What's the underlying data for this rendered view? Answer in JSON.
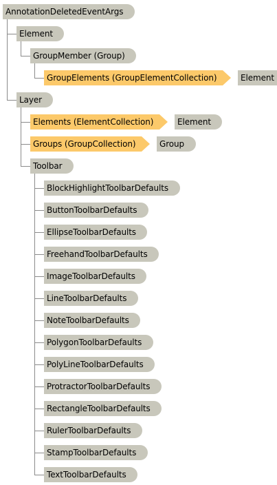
{
  "diagram": {
    "root": {
      "label": "AnnotationDeletedEventArgs",
      "children": [
        {
          "label": "Element",
          "children": [
            {
              "label": "GroupMember (Group)",
              "children": [
                {
                  "label": "GroupElements (GroupElementCollection)",
                  "kind": "property",
                  "target": "Element"
                }
              ]
            }
          ]
        },
        {
          "label": "Layer",
          "children": [
            {
              "label": "Elements (ElementCollection)",
              "kind": "property",
              "target": "Element"
            },
            {
              "label": "Groups (GroupCollection)",
              "kind": "property",
              "target": "Group"
            },
            {
              "label": "Toolbar",
              "children": [
                {
                  "label": "BlockHighlightToolbarDefaults"
                },
                {
                  "label": "ButtonToolbarDefaults"
                },
                {
                  "label": "EllipseToolbarDefaults"
                },
                {
                  "label": "FreehandToolbarDefaults"
                },
                {
                  "label": "ImageToolbarDefaults"
                },
                {
                  "label": "LineToolbarDefaults"
                },
                {
                  "label": "NoteToolbarDefaults"
                },
                {
                  "label": "PolygonToolbarDefaults"
                },
                {
                  "label": "PolyLineToolbarDefaults"
                },
                {
                  "label": "ProtractorToolbarDefaults"
                },
                {
                  "label": "RectangleToolbarDefaults"
                },
                {
                  "label": "RulerToolbarDefaults"
                },
                {
                  "label": "StampToolbarDefaults"
                },
                {
                  "label": "TextToolbarDefaults"
                }
              ]
            }
          ]
        }
      ]
    },
    "colors": {
      "class_node": "#c8c7bb",
      "property_node": "#fcc96a",
      "connector": "#8a8a8a"
    }
  }
}
